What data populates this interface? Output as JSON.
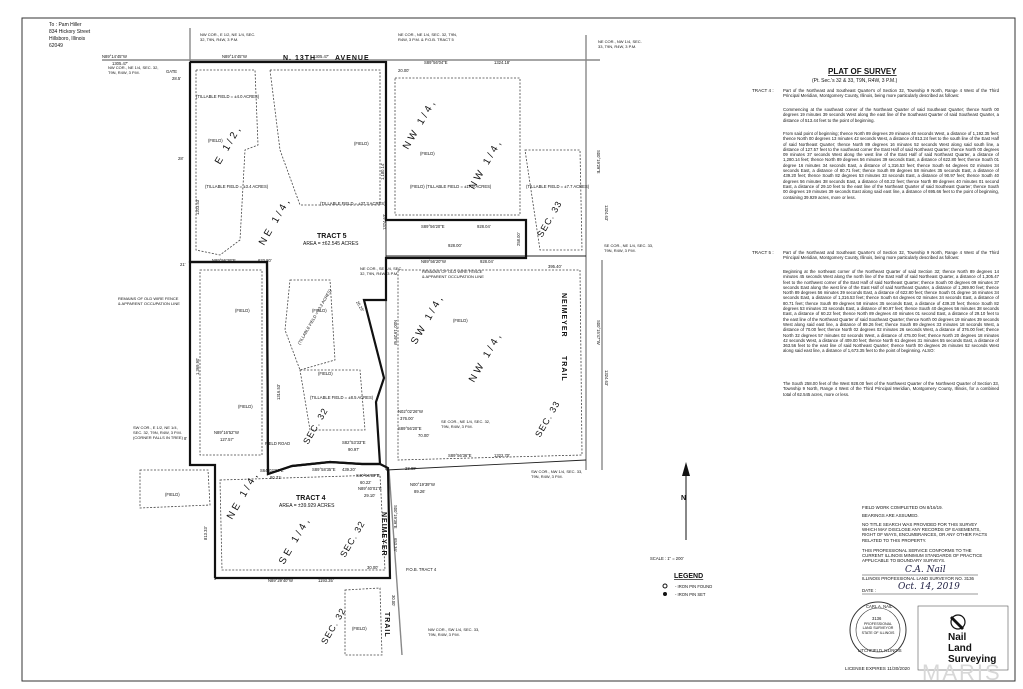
{
  "header": {
    "to_line": "To : Pam Hiller",
    "address1": "834 Hickory Street",
    "address2": "Hillsboro, Illinois",
    "zip": "62049"
  },
  "title": {
    "main": "PLAT OF SURVEY",
    "sub": "(Pt. Sec.'s 32 & 33, T9N, R4W, 3 P.M.)"
  },
  "roads": {
    "n13th": "N. 13TH",
    "avenue": "AVENUE",
    "neimeyer_trail_1": "NEIMEYER",
    "neimeyer_trail_2": "TRAIL",
    "neimeyer_lower": "NEIMEYER",
    "trail_lower": "TRAIL"
  },
  "tracts": {
    "tract5_label": "TRACT 5",
    "tract5_area": "AREA = ±62.545 ACRES",
    "tract4_label": "TRACT 4",
    "tract4_area": "AREA = ±39.929 ACRES",
    "tract4_pob": "P.O.B. TRACT 4"
  },
  "fields": {
    "field": "(FIELD)",
    "tillable_40": "(TILLABLE FIELD = ±4.0 ACRES)",
    "tillable_34": "(TILLABLE FIELD = ±3.4 ACRES)",
    "tillable_373": "(TILLABLE FIELD = ±37.3 ACRES)",
    "tillable_179": "(FIELD) (TILLABLE FIELD = ±17.9 ACRES)",
    "tillable_77": "(TILLABLE FIELD = ±7.7 ACRES)",
    "tillable_32": "(TILLABLE FIELD = ±3.2 ACRES)",
    "tillable_85": "(TILLABLE FIELD = ±8.5 ACRES)",
    "field_road": "FIELD ROAD"
  },
  "sections": {
    "e12": "E 1/2,",
    "ne14": "NE 1/4,",
    "nw14": "NW 1/4,",
    "nw14b": "NW 1/4,",
    "sec33": "SEC. 33",
    "sw14": "SW 1/4,",
    "nw14c": "NW 1/4,",
    "sec33b": "SEC. 33",
    "sec32": "SEC. 32",
    "ne14b": "NE 1/4,",
    "se14": "SE 1/4,",
    "sec32b": "SEC. 32",
    "sec32c": "SEC. 32"
  },
  "corners": {
    "nw_cor": "NW COR., E 1/2, NE 1/4, SEC. 32, T9N, R4W, 3 P.M.",
    "ne_cor_32": "NE COR., NE 1/4, SEC. 32, T9N, R4W, 3 P.M. & P.O.B. TRACT 5",
    "ne_cor_nw": "NE COR., NW 1/4, SEC. 33, T9N, R4W, 3 P.M.",
    "nw_cor_ne": "NW COR., NE 1/4, SEC. 32, T9N, R4W, 3 P.M.",
    "se_cor": "SE COR., NE 1/4, SEC. 33, T9N, R4W, 3 P.M.",
    "sw_cor_e": "SW COR., E 1/2, NE 1/4, SEC. 32, T9N, R4W, 3 P.M. (CORNER FALLS IN TREE)",
    "sw_cor_nw": "SW COR., NW 1/4, SEC. 33, T9N, R4W, 3 P.M.",
    "se_cor_ne": "SE COR., NE 1/4, SEC. 32, T9N, R4W, 3 P.M.",
    "ne_cor_se": "NE COR., SE 1/4, SEC. 32, T9N, R4W, 3 P.M.",
    "nw_cor_sw": "NW COR., SW 1/4, SEC. 33, T9N, R4W, 3 P.M.",
    "gate": "GATE",
    "old_wire_1": "REMAINS OF OLD WIRE FENCE & APPARENT OCCUPATION LINE",
    "old_wire_2": "REMAINS OF OLD WIRE FENCE & APPARENT OCCUPATION LINE"
  },
  "dims": {
    "d1": "N89°14'45\"W",
    "d2": "1305.47'",
    "d3": "N89°14'45\"W",
    "d4": "1305.47'",
    "d5": "S89°56'04\"E",
    "d6": "1324.18'",
    "d7": "20.00'",
    "d8": "S89°56'20\"E",
    "d9": "928.04'",
    "d10": "928.00'",
    "d11": "N89°56'20\"W",
    "d12": "928.04'",
    "d13": "258.00'",
    "d14": "395.40'",
    "d15": "N89°56'29\"E",
    "d16": "622.80'",
    "d17": "S89°56'36\"E",
    "d18": "1322.70'",
    "d19": "S82°53'33\"E",
    "d20": "90.97'",
    "d21": "S89°58'35\"E",
    "d22": "439.20'",
    "d23": "S64°02'34\"E",
    "d24": "80.71'",
    "d25": "N89°16'52\"W",
    "d26": "127.57'",
    "d27": "N02°02'26\"W",
    "d28": "376.00'",
    "d29": "N89°40'01\"E",
    "d30": "29.10'",
    "d31": "S40°56'38\"E",
    "d32": "60.22'",
    "d33": "N00°19'39\"W",
    "d34": "89.26'",
    "d35": "N89°29'40\"W",
    "d36": "1193.35'",
    "d37": "30.00'",
    "d38": "23.88'",
    "d39": "S00°19'29\"E",
    "d40": "1324.63'",
    "d41": "S00°15'47\"W",
    "d42": "1324.63'",
    "d43": "N00°19'29\"W",
    "d44": "S00°19'39\"E",
    "d45": "653.34'",
    "d46": "30.00'",
    "d47": "S89°56'20\"E",
    "d48": "70.00'",
    "d49": "26.29'",
    "d50": "28.5'",
    "d51": "21'",
    "d52": "28'",
    "d53": "8'",
    "d54": "1203.53'",
    "d55": "1,369.90'",
    "d56": "1316.53'",
    "d57": "813.33'",
    "d58": "1324.63'",
    "d59": "1,180.14'"
  },
  "tract4_desc": {
    "label": "TRACT 4 :",
    "p1": "Part of the Northeast and Southeast Quarter's of Section 32, Township 9 North, Range 4 West of the Third Principal Meridian, Montgomery County, Illinois, being more particularly described as follows:",
    "p2": "Commencing at the southeast corner of the Northeast Quarter of said Southeast Quarter; thence North 00 degrees 19 minutes 39 seconds West along the east line of the Southeast Quarter of said Southeast Quarter, a distance of 513.44 feet to the point of beginning.",
    "p3": "From said point of beginning; thence North 89 degrees 29 minutes 40 seconds West, a distance of 1,192.35 feet; thence North 00 degrees 13 minutes 42 seconds West, a distance of 813.24 feet to the south line of the East Half of said Northeast Quarter; thence North 89 degrees 16 minutes 52 seconds West along said south line, a distance of 127.57 feet to the southeast corner the East Half of said Northeast Quarter; thence North 00 degrees 09 minutes 37 seconds West along the west line of the East Half of said Northeast Quarter, a distance of 1,280.14 feet; thence North 89 degrees 56 minutes 39 seconds East, a distance of 622.80 feet; thence South 01 degree 16 minutes 34 seconds East, a distance of 1,316.53 feet; thence South 64 degrees 02 minutes 34 seconds East, a distance of 80.71 feet; thence South 89 degrees 58 minutes 35 seconds East, a distance of 439.20 feet; thence South 82 degrees 53 minutes 33 seconds East, a distance of 90.97 feet; thence South 40 degrees 56 minutes 38 seconds East, a distance of 60.22 feet; thence North 89 degrees 40 minutes 01 second East, a distance of 29.10 feet to the east line of the Northeast Quarter of said Southeast Quarter; thence South 00 degrees 19 minutes 39 seconds East along said east line, a distance of 695.66 feet to the point of beginning, containing 39.929 acres, more or less."
  },
  "tract5_desc": {
    "label": "TRACT 5 :",
    "p1": "Part of the Northeast and Southeast Quarter's of Section 32, Township 9 North, Range 4 West of the Third Principal Meridian, Montgomery County, Illinois, being more particularly described as follows:",
    "p2": "Beginning at the northeast corner of the Northeast Quarter of said Section 32; thence North 89 degrees 14 minutes 45 seconds West along the north line of the East Half of said Northeast Quarter, a distance of 1,305.47 feet to the northwest corner of the East Half of said Northeast Quarter; thence South 00 degrees 09 minutes 37 seconds East along the west line of the East Half of said Northeast Quarter, a distance of 1,369.90 feet; thence North 89 degrees 56 minutes 39 seconds East, a distance of 622.80 feet; thence South 01 degree 16 minutes 34 seconds East, a distance of 1,316.53 feet; thence South 64 degrees 02 minutes 34 seconds East, a distance of 80.71 feet; thence South 89 degrees 58 minutes 35 seconds East, a distance of 439.20 feet; thence South 82 degrees 53 minutes 33 seconds East, a distance of 90.97 feet; thence South 40 degrees 56 minutes 38 seconds East, a distance of 60.22 feet; thence North 89 degrees 40 minutes 01 second East, a distance of 29.10 feet to the east line of the Northeast Quarter of said Southeast Quarter; thence North 00 degrees 19 minutes 39 seconds West along said east line, a distance of 89.26 feet; thence South 89 degrees 33 minutes 18 seconds West, a distance of 70.00 feet; thence North 02 degrees 02 minutes 26 seconds West, a distance of 376.00 feet; thence North 32 degrees 57 minutes 02 seconds West, a distance of 475.00 feet; thence North 20 degrees 18 minutes 42 seconds West, a distance of 409.00 feet; thence North 61 degrees 31 minutes 55 seconds East, a distance of 363.56 feet to the east line of said Northeast Quarter; thence North 00 degrees 26 minutes 52 seconds West along said east line, a distance of 1,673.35 feet to the point of beginning. ALSO:",
    "p3": "The South 258.00 feet of the West 928.00 feet of the Northwest Quarter of the Northwest Quarter of Section 33, Township 9 North, Range 4 West of the Third Principal Meridian, Montgomery County, Illinois, for a combined total of 62.545 acres, more or less."
  },
  "scale": "SCALE : 1\" = 200'",
  "legend": {
    "title": "LEGEND",
    "found": "- IRON PIN FOUND",
    "set": "- IRON PIN SET"
  },
  "notes": {
    "fieldwork": "FIELD WORK COMPLETED ON 8/16/19.",
    "bearings": "BEARINGS ARE ASSUMED.",
    "title_search": "NO TITLE SEARCH WAS PROVIDED FOR THIS SURVEY WHICH MAY DISCLOSE ANY RECORDS OF EASEMENTS, RIGHT OF WAYS, ENCUMBRANCES, OR ANY OTHER FACTS RELATED TO THIS PROPERTY.",
    "conforms": "THIS PROFESSIONAL SERVICE CONFORMS TO THE CURRENT ILLINOIS MINIMUM STANDARDS OF PRACTICE APPLICABLE TO BOUNDARY SURVEYS.",
    "surveyor_label": "ILLINOIS PROFESSIONAL LAND SURVEYOR NO. 3136",
    "date_label": "DATE :",
    "date_value": "Oct. 14, 2019",
    "license": "LICENSE EXPIRES 11/30/2020"
  },
  "seal": {
    "line1": "CARL A. NAIL",
    "line2": "3136",
    "line3": "PROFESSIONAL LAND SURVEYOR",
    "line4": "STATE OF ILLINOIS",
    "line5": "LITCHFIELD, ILLINOIS"
  },
  "logo": {
    "line1": "Nail",
    "line2": "Land",
    "line3": "Surveying"
  },
  "watermark": "MARIS"
}
